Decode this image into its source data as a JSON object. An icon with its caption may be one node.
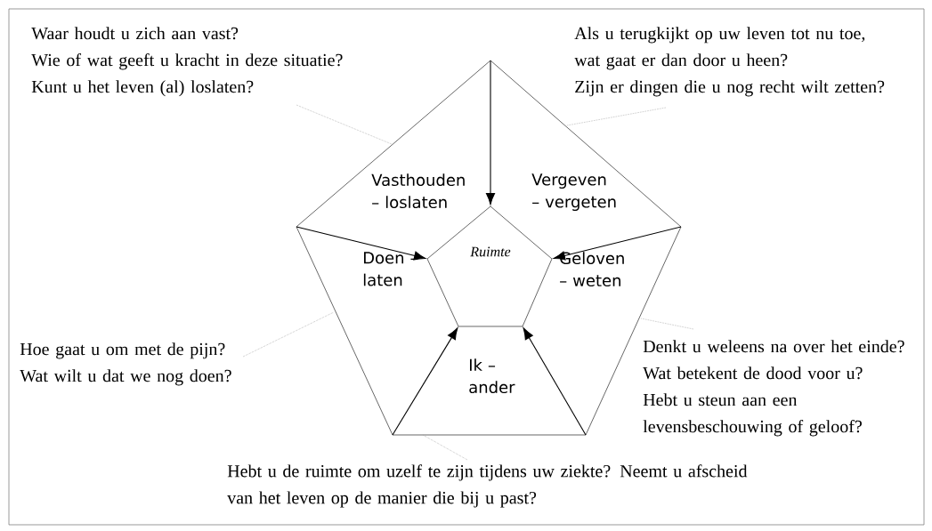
{
  "diagram": {
    "nodes": [
      {
        "text": [
          "Waar houdt u zich aan vast?",
          "Wie of wat geeft u kracht in deze situatie?",
          "Kunt u het leven (al) loslaten?"
        ]
      },
      {
        "text": [
          "Als u terugkijkt op uw leven tot nu toe, wat gaat er dan door u heen?",
          "Zijn er dingen die u nog recht wilt zetten?"
        ]
      },
      {
        "text": [
          "Vasthouden – loslaten"
        ]
      },
      {
        "text": [
          "Vergeven – vergeten"
        ]
      },
      {
        "text": [
          "Ruimte"
        ]
      },
      {
        "text": [
          "Doen – laten"
        ]
      },
      {
        "text": [
          "Geloven – weten"
        ]
      },
      {
        "text": [
          "Hoe gaat u om met de pijn?",
          "Wat wilt u dat we nog doen?"
        ]
      },
      {
        "text": [
          "Denkt u weleens na over het einde?",
          "Wat betekent de dood voor u?",
          "Hebt u steun aan een levensbeschouwing of geloof?"
        ]
      },
      {
        "text": [
          "Ik – ander"
        ]
      },
      {
        "text": [
          "Hebt u de ruimte om uzelf te zijn tijdens uw ziekte? Neemt u afscheid van het leven op de manier die bij u past?"
        ]
      }
    ],
    "edges": [
      {
        "from": 0,
        "to": null,
        "arrow": "none",
        "style": "dashed"
      },
      {
        "from": 1,
        "to": null,
        "arrow": "none",
        "style": "dashed"
      },
      {
        "from": 7,
        "to": null,
        "arrow": "none",
        "style": "dashed"
      },
      {
        "from": 8,
        "to": null,
        "arrow": "none",
        "style": "dashed"
      },
      {
        "from": 10,
        "to": null,
        "arrow": "none",
        "style": "dashed"
      },
      {
        "from": null,
        "to": 4,
        "arrow": "to",
        "color": "#000000"
      },
      {
        "from": null,
        "to": 4,
        "arrow": "to",
        "color": "#000000"
      },
      {
        "from": null,
        "to": 4,
        "arrow": "to",
        "color": "#000000"
      },
      {
        "from": null,
        "to": 4,
        "arrow": "to",
        "color": "#000000"
      },
      {
        "from": null,
        "to": 4,
        "arrow": "to",
        "color": "#000000"
      }
    ]
  }
}
